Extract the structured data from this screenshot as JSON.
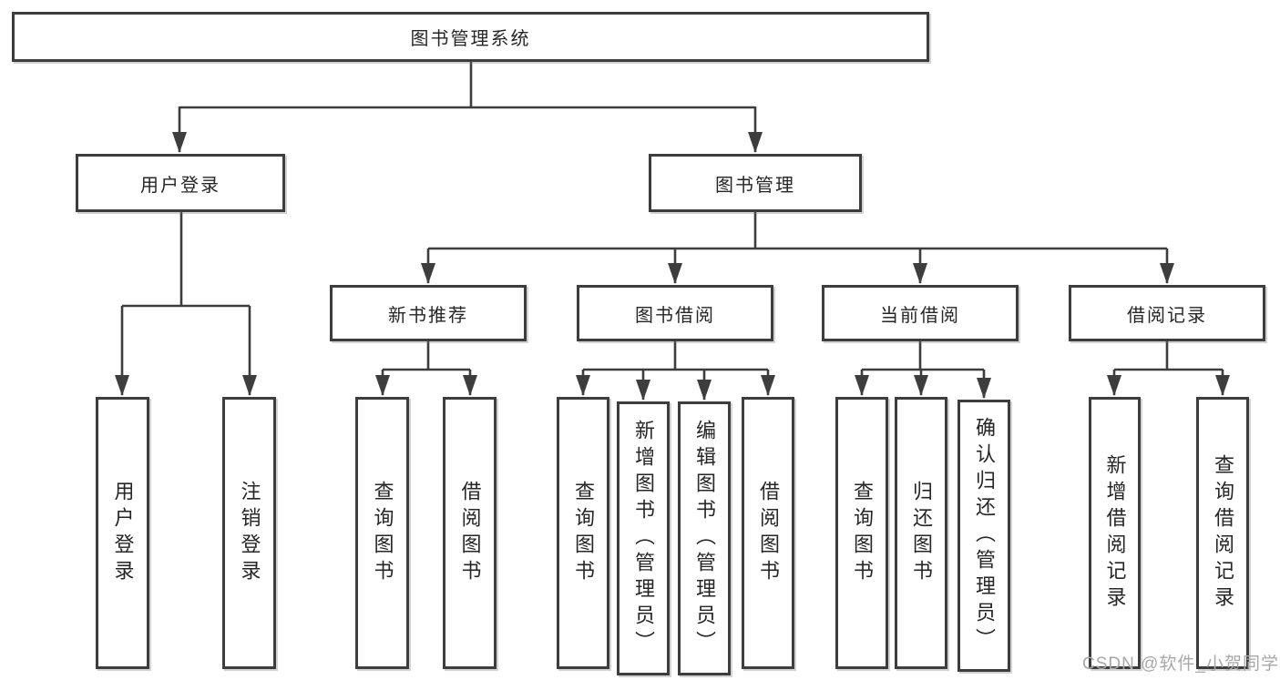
{
  "tree": {
    "root": {
      "label": "图书管理系统",
      "children": [
        {
          "label": "用户登录",
          "children": [
            {
              "label": "用户登录"
            },
            {
              "label": "注销登录"
            }
          ]
        },
        {
          "label": "图书管理",
          "children": [
            {
              "label": "新书推荐",
              "children": [
                {
                  "label": "查询图书"
                },
                {
                  "label": "借阅图书"
                }
              ]
            },
            {
              "label": "图书借阅",
              "children": [
                {
                  "label": "查询图书"
                },
                {
                  "label": "新增图书（管理员）"
                },
                {
                  "label": "编辑图书（管理员）"
                },
                {
                  "label": "借阅图书"
                }
              ]
            },
            {
              "label": "当前借阅",
              "children": [
                {
                  "label": "查询图书"
                },
                {
                  "label": "归还图书"
                },
                {
                  "label": "确认归还（管理员）"
                }
              ]
            },
            {
              "label": "借阅记录",
              "children": [
                {
                  "label": "新增借阅记录"
                },
                {
                  "label": "查询借阅记录"
                }
              ]
            }
          ]
        }
      ]
    }
  },
  "watermark": {
    "text": "CSDN @软件_小贺同学"
  },
  "colors": {
    "line": "#3d3d3d",
    "text": "#262626",
    "watermark": "#a8a8a8",
    "background": "#ffffff"
  }
}
